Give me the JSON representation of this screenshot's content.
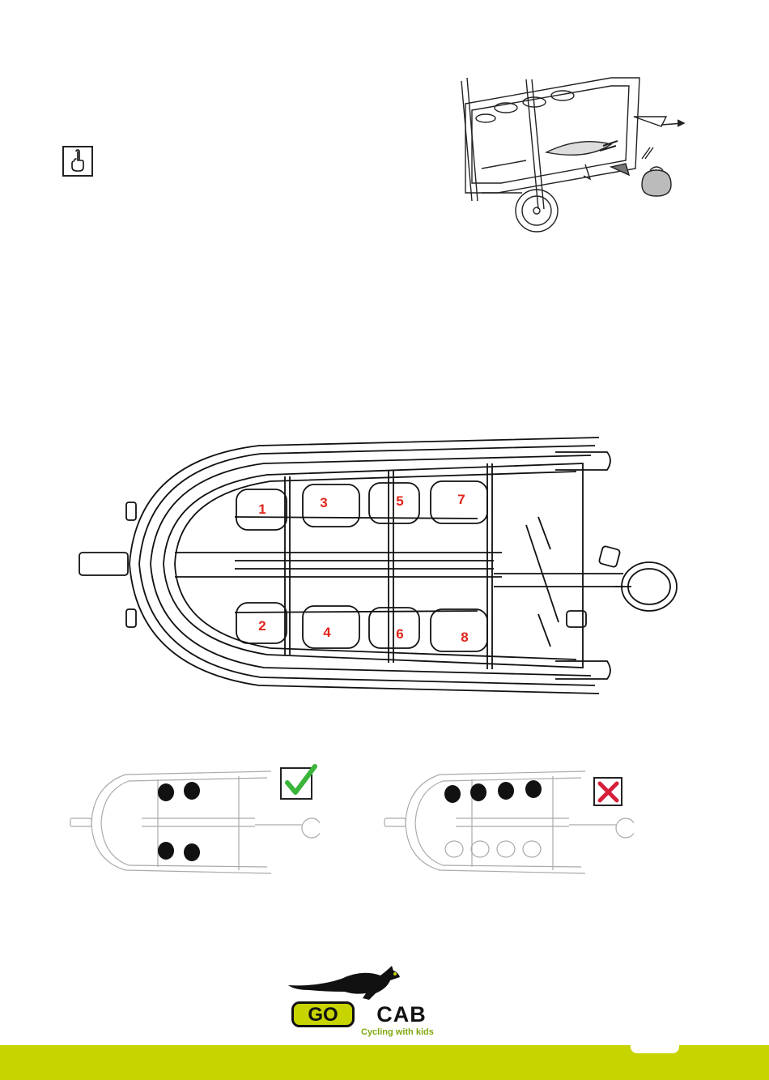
{
  "seat_numbers": [
    "1",
    "2",
    "3",
    "4",
    "5",
    "6",
    "7",
    "8"
  ],
  "logo": {
    "word_left": "GO",
    "word_right": "CAB",
    "tagline": "Cycling with kids"
  },
  "icons": {
    "note": "pointing-finger-icon",
    "correct": "checkmark-icon",
    "incorrect": "cross-icon"
  },
  "colors": {
    "accent": "#c8d400",
    "seat_number": "#e0251b",
    "check": "#3ab53a",
    "cross": "#d6203a",
    "line": "#111111"
  }
}
